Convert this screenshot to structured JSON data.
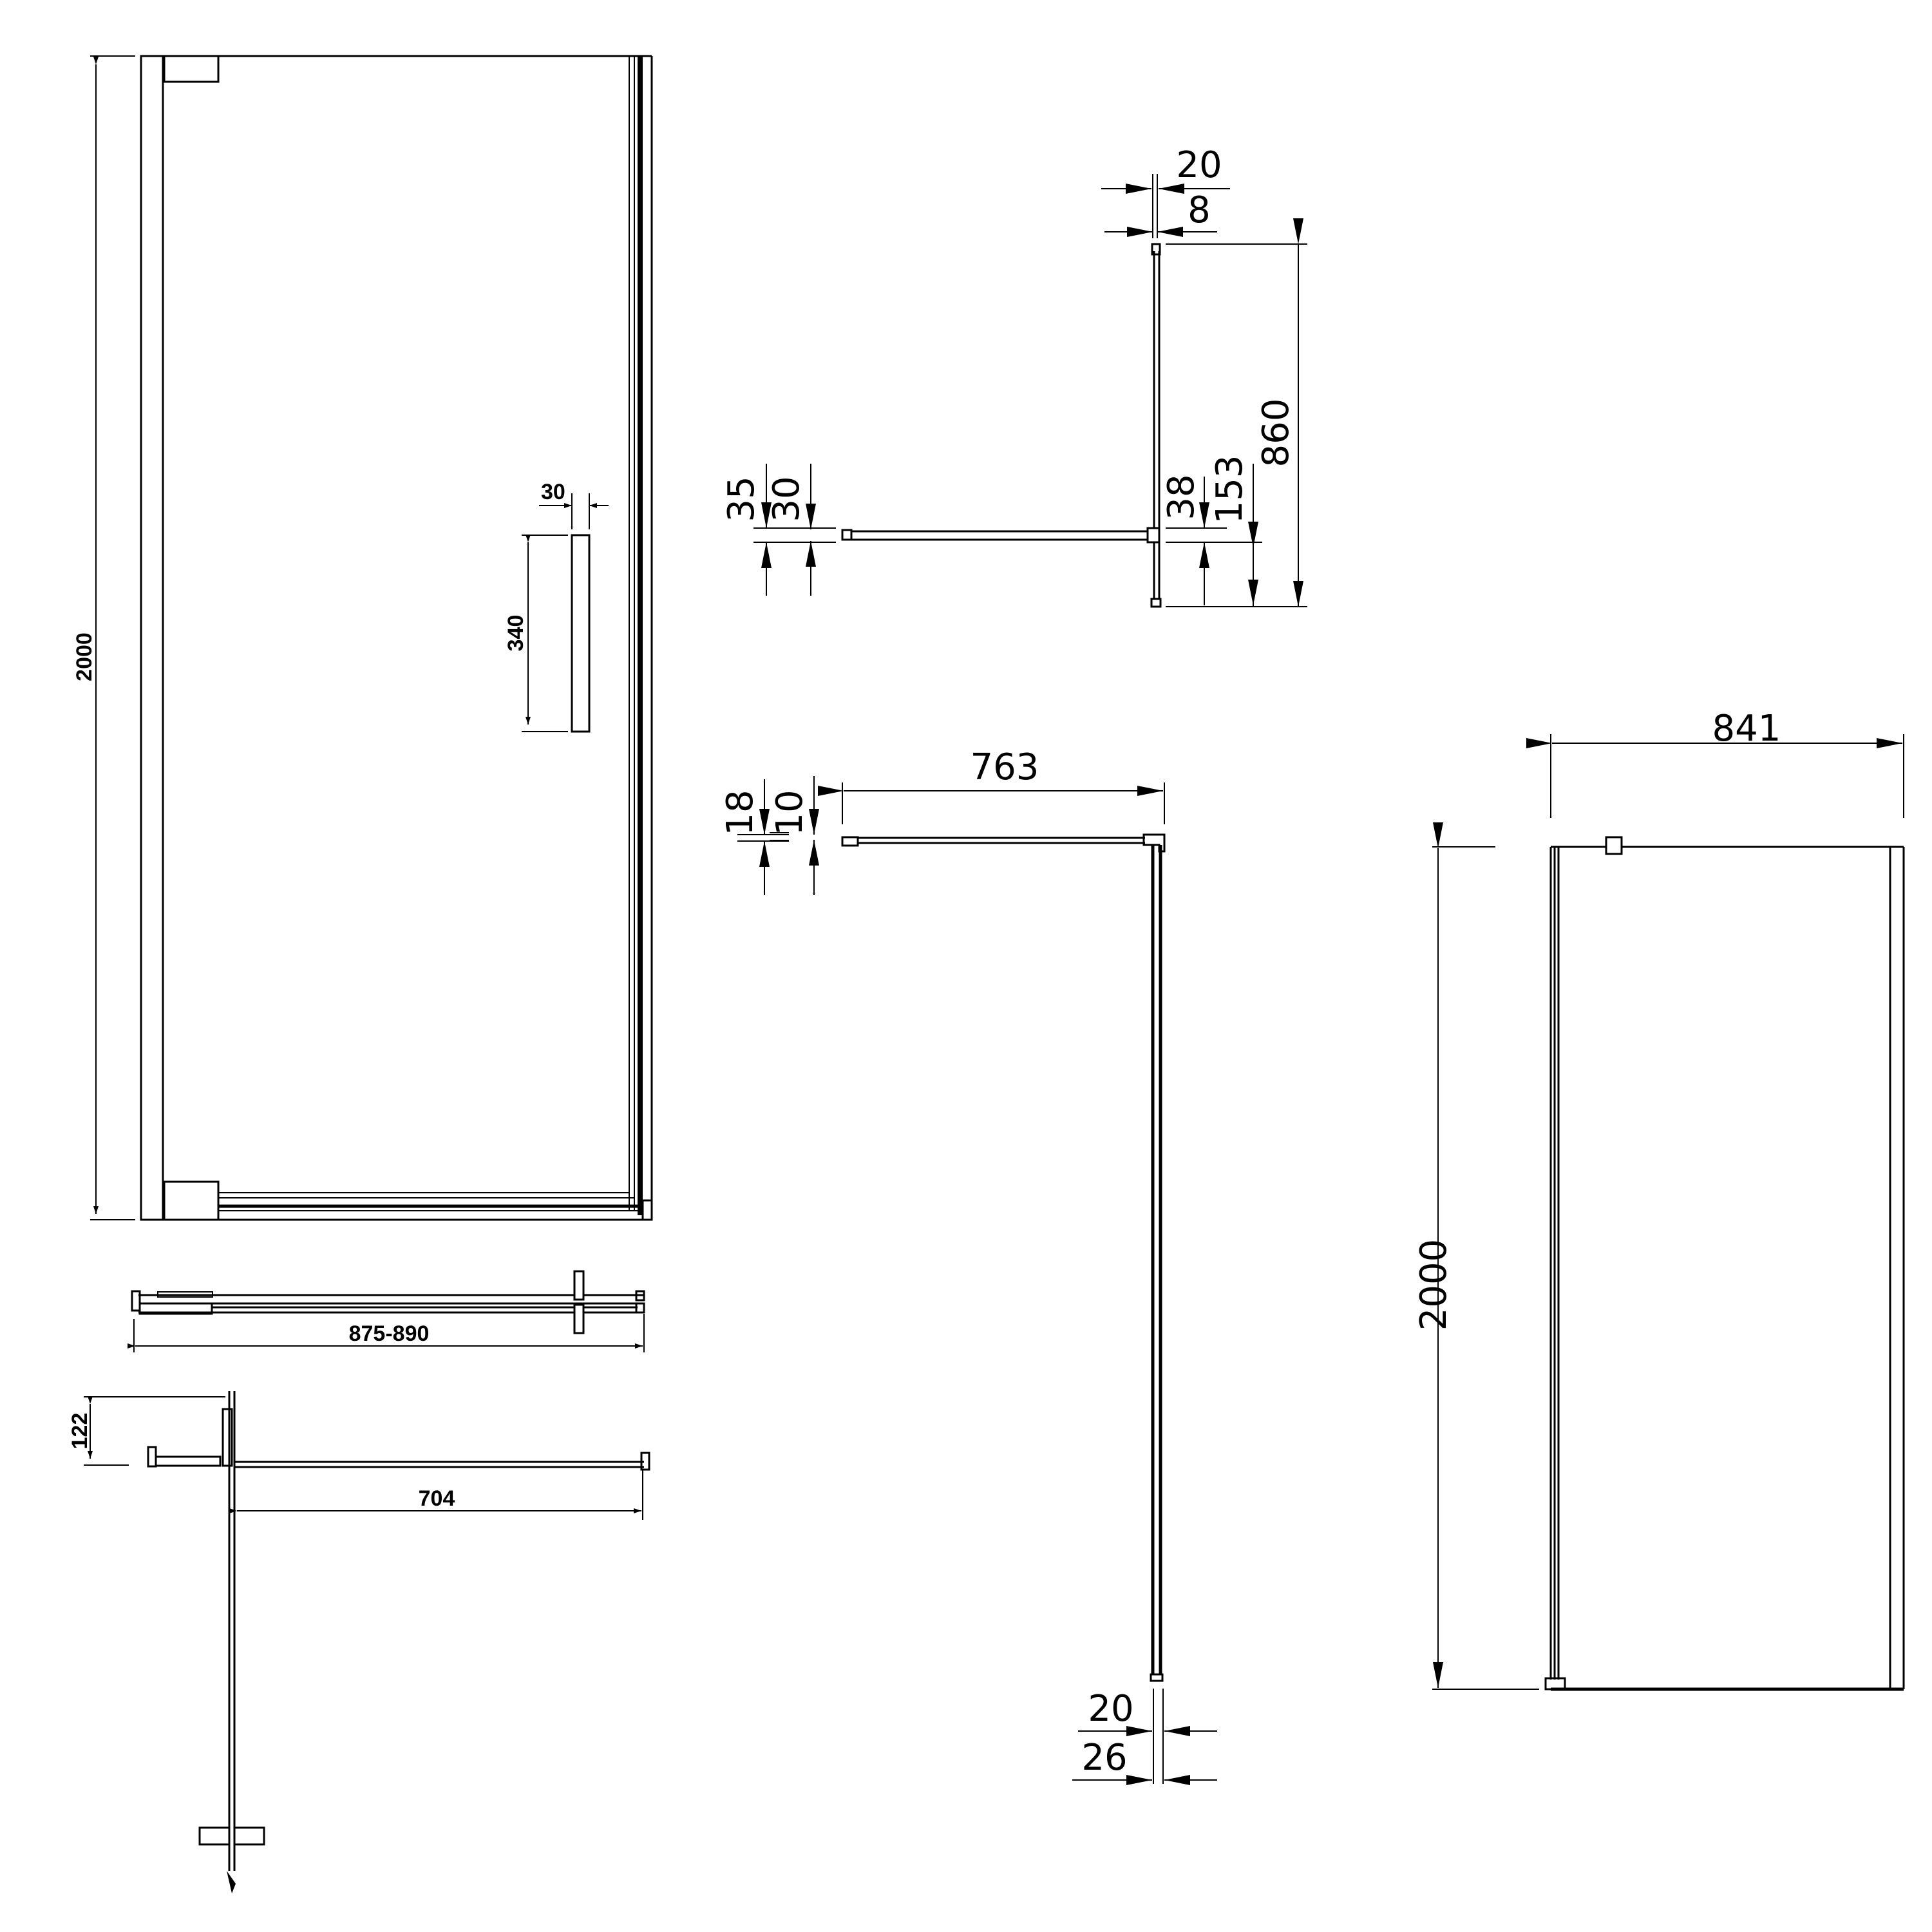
{
  "diagram": {
    "subject": "Pivot shower door with walk-in side panel - technical drawing",
    "stroke_color": "#000000",
    "background": "#ffffff"
  },
  "front_door_view": {
    "height_dim": "2000",
    "handle_height_dim": "340",
    "handle_width_dim": "30"
  },
  "top_view_door": {
    "width_range_dim": "875-890"
  },
  "top_view_corner": {
    "depth_dim": "122",
    "width_dim": "704"
  },
  "support_bar_view": {
    "glass_total_dim": "20",
    "glass_dim": "8",
    "bar_height_dim": "860",
    "bar_outer_dim": "35",
    "bar_inner_dim": "30",
    "clamp_dim": "38",
    "offset_dim": "153"
  },
  "top_bar_view": {
    "bar_length_dim": "763",
    "bar_outer_dim": "18",
    "bar_inner_dim": "10",
    "profile_dim": "20",
    "profile_total_dim": "26"
  },
  "side_panel_view": {
    "width_dim": "841",
    "height_dim": "2000"
  }
}
